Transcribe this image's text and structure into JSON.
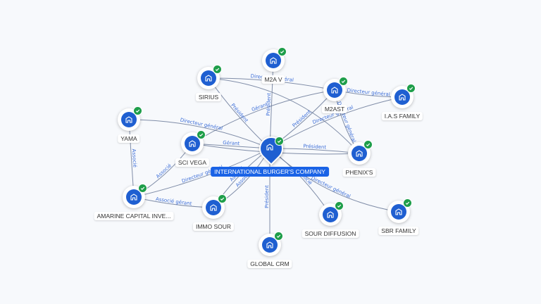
{
  "center": {
    "name": "INTERNATIONAL BURGER'S COMPANY",
    "icon": "building-icon",
    "verified_icon": "check-icon"
  },
  "nodes": [
    {
      "id": "m2av",
      "name": "M2A V"
    },
    {
      "id": "sirius",
      "name": "SIRIUS"
    },
    {
      "id": "m2ast",
      "name": "M2AST"
    },
    {
      "id": "ias",
      "name": "I.A.S FAMILY"
    },
    {
      "id": "yama",
      "name": "YAMA"
    },
    {
      "id": "scivega",
      "name": "SCI VEGA"
    },
    {
      "id": "phenixs",
      "name": "PHENIX'S"
    },
    {
      "id": "amarine",
      "name": "AMARINE CAPITAL INVE..."
    },
    {
      "id": "immosour",
      "name": "IMMO SOUR"
    },
    {
      "id": "sourdiff",
      "name": "SOUR DIFFUSION"
    },
    {
      "id": "sbr",
      "name": "SBR FAMILY"
    },
    {
      "id": "globalcrm",
      "name": "GLOBAL CRM"
    }
  ],
  "edge_labels": {
    "president": "Président",
    "associe": "Associé",
    "gerant": "Gérant",
    "directeur_general": "Directeur général",
    "associe_gerant": "Associé gérant"
  },
  "colors": {
    "node": "#1f5fd1",
    "verified": "#1e9e4a",
    "center_label": "#1a63e6",
    "edge": "#6b7a99",
    "edge_text": "#3e6fd8"
  }
}
